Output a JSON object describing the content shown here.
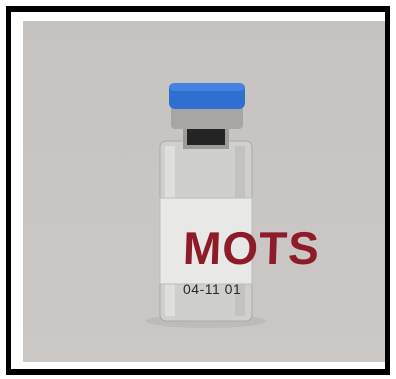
{
  "image": {
    "subject": "vial",
    "label_text": "MOTS",
    "lot_text": "04-11 01",
    "colors": {
      "background": "#c8c4c2",
      "cap": "#2f6fd0",
      "label_text": "#8e1b2a"
    }
  }
}
